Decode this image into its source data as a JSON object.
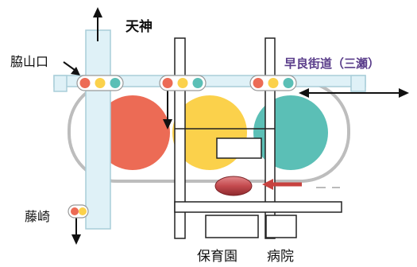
{
  "labels": {
    "tenjin": "天神",
    "wakiyama": "脇山口",
    "sawara": "早良街道（三瀬）",
    "fujisaki": "藤崎",
    "nursery": "保育園",
    "hospital": "病院"
  },
  "colors": {
    "red": "#ec6b55",
    "yellow": "#fbd14b",
    "teal": "#5bbfb6",
    "road_fill": "#dff1f7",
    "road_edge": "#a9cdd9",
    "loop_track": "#bdbdbd",
    "bus": "#c44a4e",
    "arrow": "#c7423f",
    "text_accent": "#5a3d8a"
  },
  "signals": [
    {
      "lights": [
        "red",
        "yellow",
        "teal"
      ]
    },
    {
      "lights": [
        "red",
        "yellow",
        "teal"
      ]
    },
    {
      "lights": [
        "red",
        "yellow",
        "teal"
      ]
    },
    {
      "lights": [
        "red",
        "yellow"
      ]
    }
  ],
  "loop_circles": [
    "red",
    "yellow",
    "teal"
  ],
  "icons": {
    "arrow_north": "arrow-north-icon",
    "arrow_south": "arrow-south-icon",
    "arrow_east_west": "arrow-east-west-icon",
    "arrow_wakiyama": "arrow-wakiyama-icon",
    "arrow_down_middle": "arrow-down-icon",
    "arrow_left_bus": "arrow-left-icon",
    "bus": "bus-icon"
  }
}
